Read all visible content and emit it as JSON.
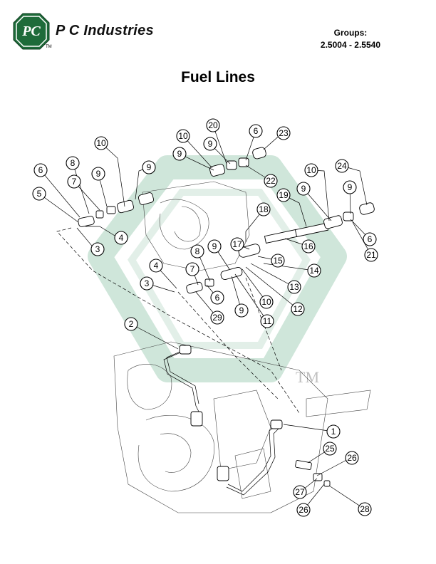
{
  "header": {
    "company_name": "P C Industries",
    "logo_text": "PC",
    "logo_tm": "TM",
    "groups_label": "Groups:",
    "groups_range": "2.5004 - 2.5540"
  },
  "page_title": "Fuel Lines",
  "watermark": {
    "tm": "TM",
    "colors": {
      "hexagon": "#cfe6da"
    }
  },
  "callouts": [
    "1",
    "2",
    "3",
    "4",
    "5",
    "6",
    "7",
    "8",
    "9",
    "10",
    "11",
    "12",
    "13",
    "14",
    "15",
    "16",
    "17",
    "18",
    "19",
    "20",
    "21",
    "22",
    "23",
    "24",
    "25",
    "26",
    "27",
    "28",
    "29"
  ]
}
